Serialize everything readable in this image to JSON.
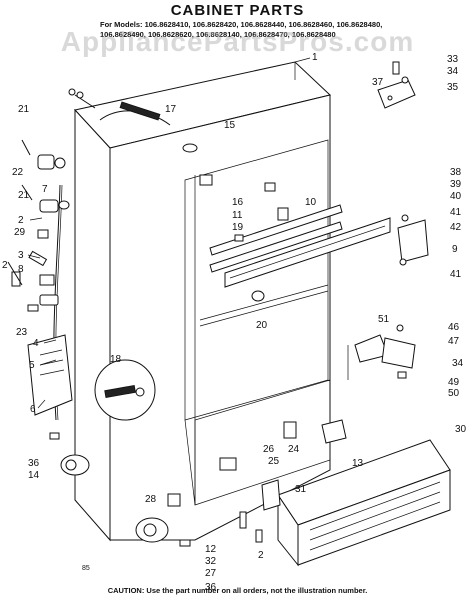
{
  "title": "CABINET PARTS",
  "models_prefix": "For Models:",
  "models_line1": "106.8628410, 106.8628420, 106.8628440, 106.8628460, 106.8628480,",
  "models_line2": "106.8628490, 106.8628620, 106.8628140, 106.8628470, 106.8628480",
  "watermark": "AppliancePartsPros.com",
  "page_code": "85",
  "caution": "CAUTION: Use the part number on all orders, not the illustration number.",
  "callouts": [
    "1",
    "2",
    "3",
    "4",
    "5",
    "6",
    "7",
    "8",
    "9",
    "10",
    "11",
    "12",
    "13",
    "14",
    "15",
    "16",
    "17",
    "18",
    "19",
    "20",
    "21",
    "22",
    "23",
    "24",
    "25",
    "26",
    "27",
    "28",
    "29",
    "30",
    "31",
    "32",
    "33",
    "34",
    "35",
    "36",
    "37",
    "38",
    "39",
    "40",
    "41",
    "42",
    "46",
    "47",
    "49",
    "50",
    "51"
  ]
}
